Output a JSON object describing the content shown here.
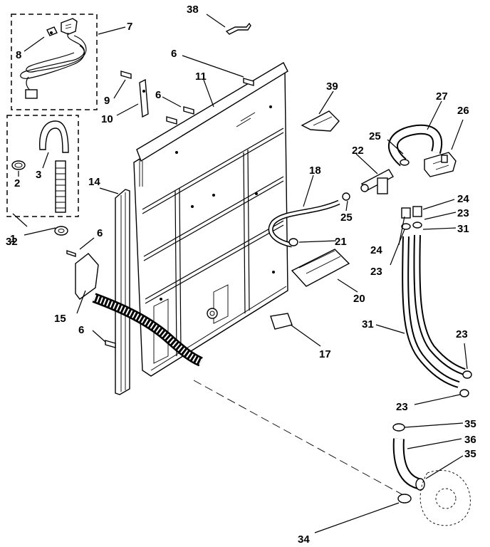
{
  "diagram": {
    "callouts": [
      {
        "id": "c38a",
        "text": "38"
      },
      {
        "id": "c7",
        "text": "7"
      },
      {
        "id": "c8",
        "text": "8"
      },
      {
        "id": "c6a",
        "text": "6"
      },
      {
        "id": "c11",
        "text": "11"
      },
      {
        "id": "c9",
        "text": "9"
      },
      {
        "id": "c6b",
        "text": "6"
      },
      {
        "id": "c10",
        "text": "10"
      },
      {
        "id": "c39",
        "text": "39"
      },
      {
        "id": "c27",
        "text": "27"
      },
      {
        "id": "c26",
        "text": "26"
      },
      {
        "id": "c25a",
        "text": "25"
      },
      {
        "id": "c22",
        "text": "22"
      },
      {
        "id": "c3",
        "text": "3"
      },
      {
        "id": "c2",
        "text": "2"
      },
      {
        "id": "c14",
        "text": "14"
      },
      {
        "id": "c18",
        "text": "18"
      },
      {
        "id": "c24a",
        "text": "24"
      },
      {
        "id": "c23a",
        "text": "23"
      },
      {
        "id": "c31a",
        "text": "31"
      },
      {
        "id": "c1",
        "text": "1"
      },
      {
        "id": "c32",
        "text": "32"
      },
      {
        "id": "c6c",
        "text": "6"
      },
      {
        "id": "c25b",
        "text": "25"
      },
      {
        "id": "c21",
        "text": "21"
      },
      {
        "id": "c24b",
        "text": "24"
      },
      {
        "id": "c23b",
        "text": "23"
      },
      {
        "id": "c20",
        "text": "20"
      },
      {
        "id": "c15",
        "text": "15"
      },
      {
        "id": "c31b",
        "text": "31"
      },
      {
        "id": "c23c",
        "text": "23"
      },
      {
        "id": "c6d",
        "text": "6"
      },
      {
        "id": "c17",
        "text": "17"
      },
      {
        "id": "c23d",
        "text": "23"
      },
      {
        "id": "c35a",
        "text": "35"
      },
      {
        "id": "c36",
        "text": "36"
      },
      {
        "id": "c35b",
        "text": "35"
      },
      {
        "id": "c34",
        "text": "34"
      }
    ]
  }
}
